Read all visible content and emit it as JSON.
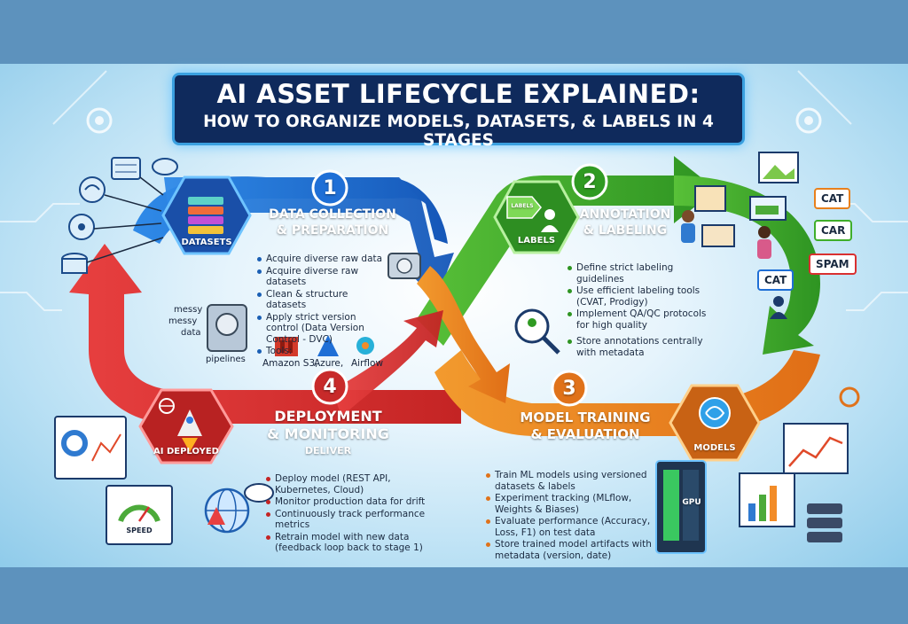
{
  "title": {
    "line1": "AI ASSET LIFECYCLE EXPLAINED:",
    "line2": "HOW TO ORGANIZE MODELS, DATASETS, & LABELS IN 4 STAGES"
  },
  "stages": [
    {
      "number": "1",
      "title_line1": "DATA COLLECTION",
      "title_line2": "& PREPARATION",
      "hub_label": "DATASETS",
      "color": "#1c6fd0"
    },
    {
      "number": "2",
      "title_line1": "ANNOTATION",
      "title_line2": "& LABELING",
      "hub_label": "LABELS",
      "color": "#3fae2a"
    },
    {
      "number": "3",
      "title_line1": "MODEL TRAINING",
      "title_line2": "& EVALUATION",
      "hub_label": "MODELS",
      "color": "#e8801c"
    },
    {
      "number": "4",
      "title_line1": "DEPLOYMENT",
      "title_line2": "& MONITORING",
      "sub_label": "DELIVER",
      "hub_label": "AI DEPLOYED",
      "color": "#d93030"
    }
  ],
  "stage1_bullets": [
    "Acquire diverse raw data",
    "Acquire diverse raw datasets",
    "Clean & structure datasets",
    "Apply strict version control (Data Version Control - DVC)",
    "Tools:"
  ],
  "stage1_tools": [
    "Amazon S3,",
    "Azure,",
    "Airflow"
  ],
  "stage1_extra": {
    "messy": "messy",
    "messy2": "messy",
    "data": "data",
    "pipelines": "pipelines"
  },
  "stage2_bullets": [
    "Define strict labeling guidelines",
    "Use efficient labeling tools (CVAT, Prodigy)",
    "Implement QA/QC protocols for high quality",
    "Store annotations centrally with metadata"
  ],
  "stage2_tags": {
    "tag_card": "LABELS",
    "cat1": "CAT",
    "car": "CAR",
    "spam": "SPAM",
    "cat2": "CAT"
  },
  "stage3_bullets": [
    "Train ML models using versioned datasets & labels",
    "Experiment tracking (MLflow, Weights & Biases)",
    "Evaluate performance (Accuracy, Loss, F1) on test data",
    "Store trained model artifacts with metadata (version, date)"
  ],
  "stage3_extra": {
    "gpu": "GPU"
  },
  "stage4_bullets": [
    "Deploy model (REST API, Kubernetes, Cloud)",
    "Monitor production data for drift",
    "Continuously track performance metrics",
    "Retrain model with new data (feedback loop back to stage 1)"
  ],
  "stage4_extra": {
    "speed": "SPEED"
  }
}
